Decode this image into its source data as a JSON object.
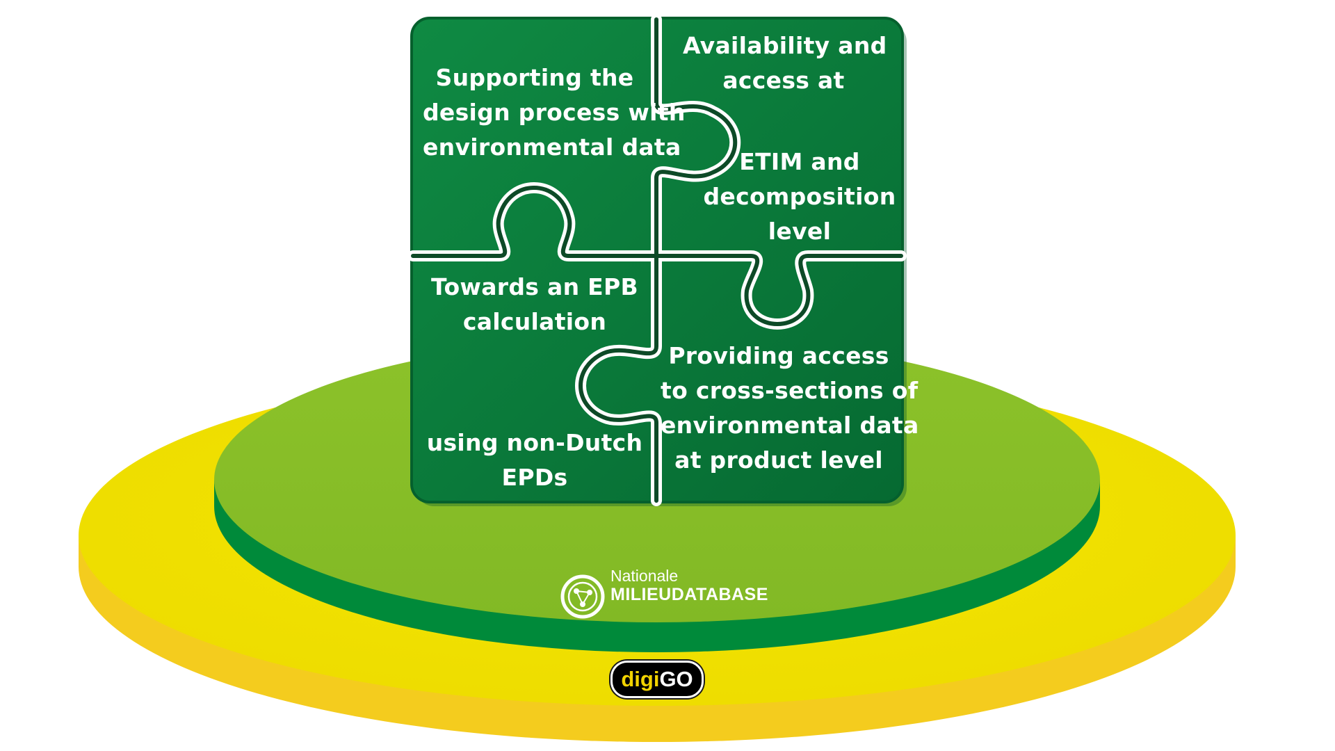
{
  "pieces": {
    "top_left": {
      "lines": [
        "Supporting the",
        "design process with",
        "environmental data"
      ]
    },
    "top_right": {
      "lines": [
        "Availability and",
        "access at",
        "",
        "ETIM and",
        "decomposition",
        "level"
      ]
    },
    "bottom_left": {
      "lines": [
        "Towards an EPB",
        "calculation",
        "",
        "",
        "using non-Dutch",
        "EPDs"
      ]
    },
    "bottom_right": {
      "lines": [
        "Providing access",
        "to cross-sections of",
        "environmental data",
        "at product level"
      ]
    }
  },
  "logos": {
    "nmd": {
      "small": "Nationale",
      "big": "MILIEUDATABASE"
    },
    "digigo": {
      "digi": "digi",
      "go": "GO"
    }
  },
  "colors": {
    "yellow_platform": "#f0e000",
    "yellow_side": "#f4cc1e",
    "green_platform": "#86bd28",
    "green_side": "#008a3a",
    "puzzle_green": "#0a7a3a",
    "puzzle_outline": "#ffffff"
  }
}
